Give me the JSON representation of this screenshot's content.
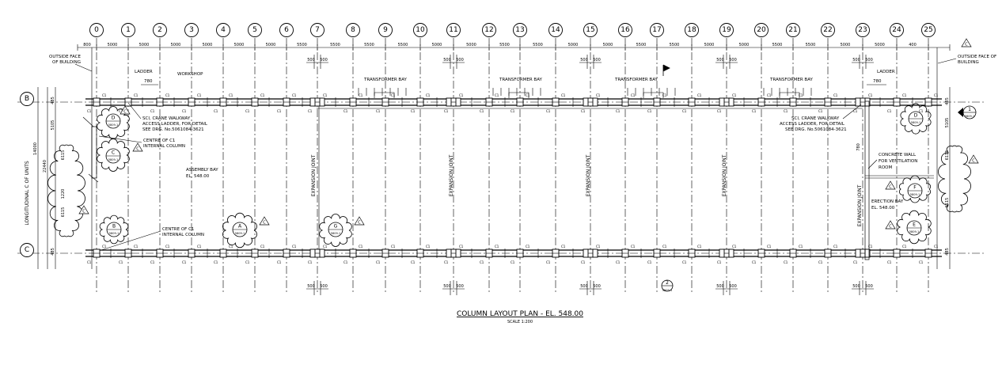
{
  "grid": {
    "column_bubbles": [
      "0",
      "1",
      "2",
      "3",
      "4",
      "5",
      "6",
      "7",
      "8",
      "9",
      "10",
      "11",
      "12",
      "13",
      "14",
      "15",
      "16",
      "17",
      "18",
      "19",
      "20",
      "21",
      "22",
      "23",
      "24",
      "25"
    ],
    "row_bubbles": [
      "B",
      "C"
    ],
    "bay_dimensions": [
      "800",
      "5000",
      "5000",
      "5000",
      "5000",
      "5000",
      "5000",
      "5500",
      "5500",
      "5500",
      "5500",
      "5000",
      "5000",
      "5500",
      "5500",
      "5000",
      "5000",
      "5500",
      "5500",
      "5000",
      "5000",
      "5500",
      "5500",
      "5000",
      "5000",
      "400"
    ],
    "joint_dims": [
      "500",
      "500"
    ],
    "left_dims": [
      "485",
      "5105",
      "14000",
      "22440",
      "6115",
      "1220",
      "6115",
      "485"
    ],
    "right_dims": [
      "485",
      "5105",
      "6115",
      "6115",
      "485",
      "780"
    ]
  },
  "labels": {
    "outside_face_left": [
      "OUTSIDE FACE",
      "OF BUILDING"
    ],
    "outside_face_right": [
      "OUTSIDE FACE OF",
      "BUILDING"
    ],
    "ladder_left": "LADDER",
    "ladder_right": "LADDER",
    "workshop": "WORKSHOP",
    "dim_780": "780",
    "transformer_bays": [
      "TRANSFORMER BAY",
      "TRANSFORMER BAY",
      "TRANSFORMER BAY",
      "TRANSFORMER BAY"
    ],
    "crane_walkway_left": [
      "SCI, CRANE WALKWAY",
      "ACCESS LADDER, FOR DETAIL",
      "SEE DRG. No.5061084-3621"
    ],
    "crane_walkway_right": [
      "SCI, CRANE WALKWAY",
      "ACCESS LADDER, FOR DETAIL",
      "SEE DRG. No.5061084-3621"
    ],
    "centre_c1_top": [
      "CENTRE OF C1",
      "INTERNAL COLUMN"
    ],
    "centre_c1_bottom": [
      "CENTRE OF C1",
      "INTERNAL COLUMN"
    ],
    "assembly_bay": [
      "ASSEMBLY BAY",
      "EL. 548.00"
    ],
    "expansion_joint": "EXPANSION JOINT",
    "concrete_wall": [
      "CONCRETE WALL",
      "FOR VENTILATION",
      "ROOM"
    ],
    "erection_bay": [
      "ERECTION BAY",
      "EL. 548.00"
    ],
    "longitudinal": "LONGITUDINAL C OF UNITS",
    "section_ref": "5809-1"
  },
  "callouts": [
    "D",
    "C",
    "A",
    "B",
    "G",
    "D",
    "F",
    "E",
    "1",
    "2"
  ],
  "revision_mark": "C",
  "column_mark": "C1",
  "title": "COLUMN LAYOUT PLAN  - EL. 548.00",
  "scale": "SCALE 1:200"
}
